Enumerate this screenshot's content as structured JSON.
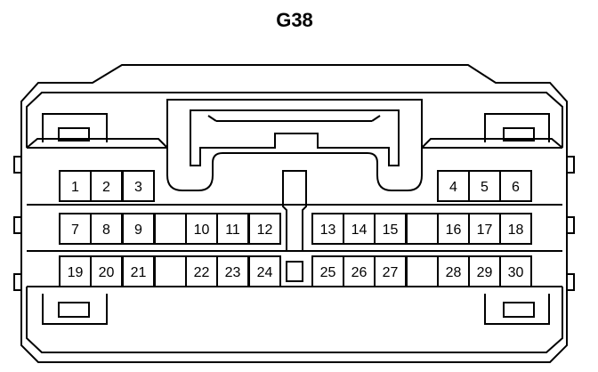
{
  "connector": {
    "title": "G38",
    "rows": [
      [
        {
          "label": "1"
        },
        {
          "label": "2"
        },
        {
          "label": "3"
        },
        {
          "label": ""
        },
        {
          "label": ""
        },
        {
          "label": ""
        },
        {
          "label": ""
        },
        {
          "label": ""
        },
        {
          "label": ""
        },
        {
          "label": ""
        },
        {
          "label": ""
        },
        {
          "label": ""
        },
        {
          "label": "4"
        },
        {
          "label": "5"
        },
        {
          "label": "6"
        }
      ],
      [
        {
          "label": "7"
        },
        {
          "label": "8"
        },
        {
          "label": "9"
        },
        {
          "label": ""
        },
        {
          "label": "10"
        },
        {
          "label": "11"
        },
        {
          "label": "12"
        },
        {
          "label": ""
        },
        {
          "label": "13"
        },
        {
          "label": "14"
        },
        {
          "label": "15"
        },
        {
          "label": ""
        },
        {
          "label": "16"
        },
        {
          "label": "17"
        },
        {
          "label": "18"
        }
      ],
      [
        {
          "label": "19"
        },
        {
          "label": "20"
        },
        {
          "label": "21"
        },
        {
          "label": ""
        },
        {
          "label": "22"
        },
        {
          "label": "23"
        },
        {
          "label": "24"
        },
        {
          "label": ""
        },
        {
          "label": "25"
        },
        {
          "label": "26"
        },
        {
          "label": "27"
        },
        {
          "label": ""
        },
        {
          "label": "28"
        },
        {
          "label": "29"
        },
        {
          "label": "30"
        }
      ]
    ],
    "row1_visible_cells": [
      0,
      1,
      2,
      12,
      13,
      14
    ]
  }
}
